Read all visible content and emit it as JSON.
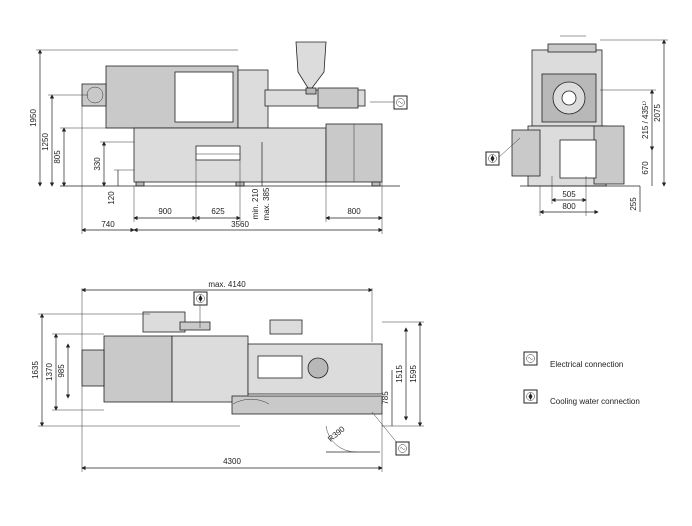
{
  "side_view": {
    "dims": {
      "d1950": "1950",
      "d1250": "1250",
      "d805": "805",
      "d330": "330",
      "d120": "120",
      "d740": "740",
      "d900": "900",
      "d625": "625",
      "dmin210": "min. 210",
      "dmax385": "max. 385",
      "d800": "800",
      "d3560": "3560"
    }
  },
  "end_view": {
    "dims": {
      "d2075": "2075",
      "d215": "215 / 435¹⁾",
      "d670": "670",
      "d255": "255",
      "d505": "505",
      "d800": "800"
    }
  },
  "top_view": {
    "dims": {
      "dmax4140": "max. 4140",
      "d1635": "1635",
      "d1370": "1370",
      "d985": "985",
      "d1515": "1515",
      "d1595": "1595",
      "d785": "785",
      "dr390": "R390",
      "d4300": "4300"
    }
  },
  "legend": {
    "electrical": "Electrical connection",
    "cooling": "Cooling water connection"
  },
  "icons": [
    "electrical-connection-icon",
    "cooling-water-icon"
  ]
}
